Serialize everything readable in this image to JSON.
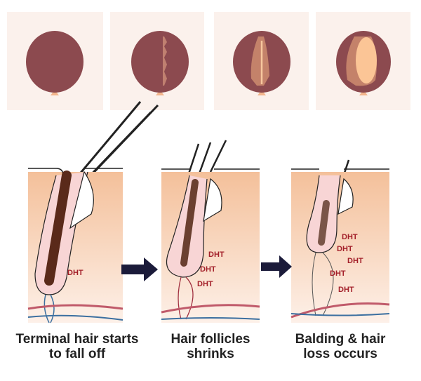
{
  "stages_top": [
    "stage-1",
    "stage-2",
    "stage-3",
    "stage-4"
  ],
  "panels": [
    {
      "caption": "Terminal hair starts to fall off",
      "labels": [
        "DHT"
      ]
    },
    {
      "caption": "Hair follicles shrinks",
      "labels": [
        "DHT",
        "DHT",
        "DHT"
      ]
    },
    {
      "caption": "Balding & hair loss occurs",
      "labels": [
        "DHT",
        "DHT",
        "DHT",
        "DHT",
        "DHT"
      ]
    }
  ],
  "colors": {
    "hair": "#8c4a4f",
    "scalp": "#f6c7a0",
    "skin": "#f5c8a5",
    "label": "#a3202a",
    "arrow": "#1b1b3a"
  }
}
